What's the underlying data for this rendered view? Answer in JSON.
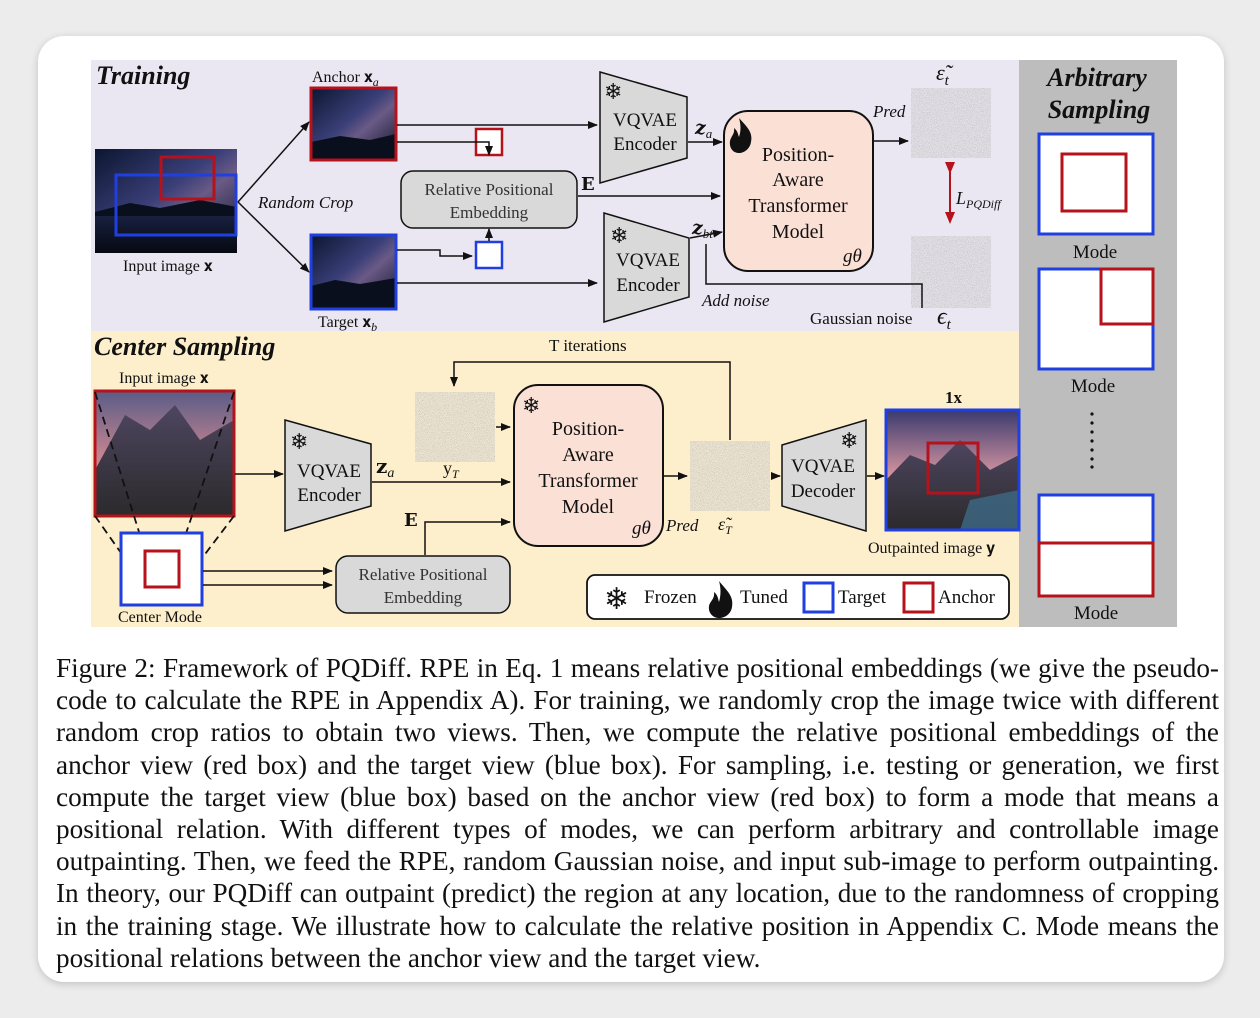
{
  "training": {
    "title": "Training",
    "anchor_label": "Anchor 𝐱",
    "anchor_sub": "a",
    "target_label": "Target 𝐱",
    "target_sub": "b",
    "input_label": "Input image 𝐱",
    "random_crop": "Random Crop",
    "rpe": [
      "Relative Positional",
      "Embedding"
    ],
    "e_label": "𝐄",
    "encoder": [
      "VQVAE",
      "Encoder"
    ],
    "za": "𝒛",
    "za_sub": "a",
    "zb": "𝒛",
    "zb_sub": "bt",
    "transformer": [
      "Position-",
      "Aware",
      "Transformer",
      "Model"
    ],
    "g_theta": "gθ",
    "pred": "Pred",
    "eps_tilde": "ε̃",
    "eps_sub": "t",
    "loss": "L",
    "loss_sub": "PQDiff",
    "add_noise": "Add noise",
    "gaussian": "Gaussian noise",
    "eps": "ϵ",
    "eps2_sub": "t"
  },
  "center": {
    "title": "Center Sampling",
    "t_iter": "T iterations",
    "input_label": "Input image 𝐱",
    "encoder": [
      "VQVAE",
      "Encoder"
    ],
    "za": "𝐳",
    "za_sub": "a",
    "yt": "y",
    "yt_sub": "T",
    "e_label": "𝐄",
    "rpe": [
      "Relative Positional",
      "Embedding"
    ],
    "transformer": [
      "Position-",
      "Aware",
      "Transformer",
      "Model"
    ],
    "g_theta": "gθ",
    "pred": "Pred",
    "eps_tilde": "ε̃",
    "eps_sub": "T",
    "decoder": [
      "VQVAE",
      "Decoder"
    ],
    "scale": "1x",
    "out_label": "Outpainted image 𝐲",
    "center_mode": "Center Mode"
  },
  "legend": {
    "frozen": "Frozen",
    "tuned": "Tuned",
    "target": "Target",
    "anchor": "Anchor"
  },
  "arbitrary": {
    "title": [
      "Arbitrary",
      "Sampling"
    ],
    "mode": "Mode"
  },
  "colors": {
    "anchor_red": "#b5121b",
    "target_blue": "#1f3fe0",
    "training_bg": "#ebe7f2",
    "center_bg": "#fdefcc",
    "arbitrary_bg": "#bdbdbd",
    "transformer_fill": "#fbe0d6",
    "rpe_fill": "#d9d9d9"
  },
  "caption": "Figure 2: Framework of PQDiff. RPE in Eq. 1 means relative positional embeddings (we give the pseudo-code to calculate the RPE in Appendix A). For training, we randomly crop the image twice with different random crop ratios to obtain two views. Then, we compute the relative positional embeddings of the anchor view (red box) and the target view (blue box). For sampling, i.e. testing or generation, we first compute the target view (blue box) based on the anchor view (red box) to form a mode that means a positional relation. With different types of modes, we can perform arbitrary and controllable image outpainting. Then, we feed the RPE, random Gaussian noise, and input sub-image to perform outpainting. In theory, our PQDiff can outpaint (predict) the region at any location, due to the randomness of cropping in the training stage. We illustrate how to calculate the relative position in Appendix C. Mode means the positional relations between the anchor view and the target view."
}
